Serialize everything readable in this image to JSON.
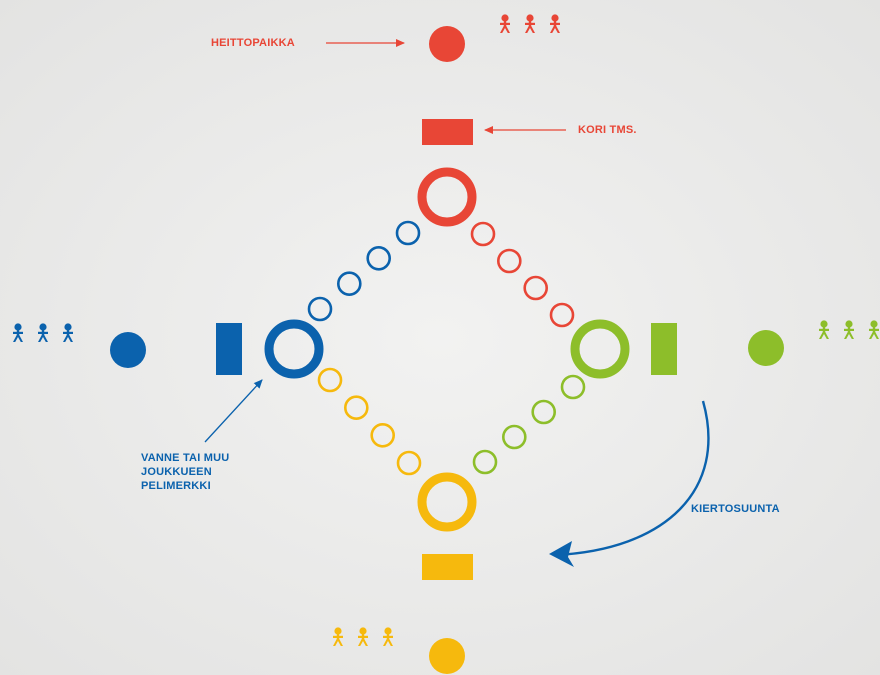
{
  "colors": {
    "red": "#e84636",
    "blue": "#0b62ad",
    "green": "#8dbe2a",
    "yellow": "#f6b90d"
  },
  "labels": {
    "throw_spot": "HEITTOPAIKKA",
    "basket": "KORI TMS.",
    "hoop_line1": "VANNE TAI MUU",
    "hoop_line2": "JOUKKUEEN",
    "hoop_line3": "PELIMERKKI",
    "rotation": "KIERTOSUUNTA"
  },
  "teams": [
    {
      "name": "red",
      "players": 3,
      "player_icon": "person-icon"
    },
    {
      "name": "blue",
      "players": 3,
      "player_icon": "person-icon"
    },
    {
      "name": "green",
      "players": 3,
      "player_icon": "person-icon"
    },
    {
      "name": "yellow",
      "players": 3,
      "player_icon": "person-icon"
    }
  ],
  "path": {
    "red_to_green_rings": 4,
    "green_to_yellow_rings": 4,
    "yellow_to_blue_rings": 4,
    "blue_to_red_rings": 4
  }
}
